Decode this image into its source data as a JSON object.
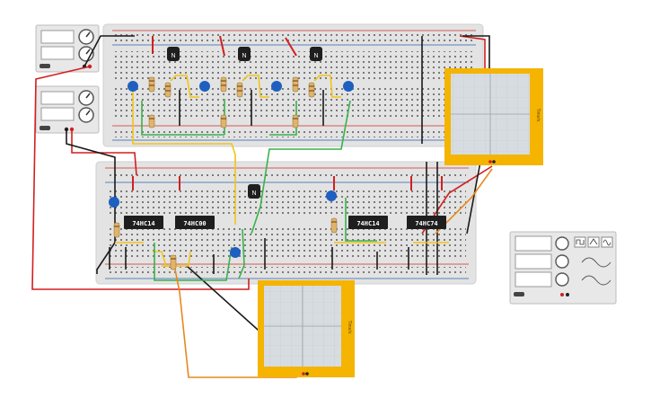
{
  "canvas": {
    "background": "#ffffff"
  },
  "colors": {
    "breadboard": "#e3e3e3",
    "breadboard_edge": "#cfcfcf",
    "hole": "#6e6e6e",
    "rail_red": "#d32a2a",
    "rail_blue": "#2a5fb0",
    "wire_red": "#d21f1f",
    "wire_black": "#1a1a1a",
    "wire_yellow": "#f0c419",
    "wire_green": "#39b24a",
    "wire_orange": "#e8871e",
    "scope_frame": "#f4b400",
    "scope_screen": "#d7dce0",
    "chip_body": "#1e1e1e",
    "capacitor": "#1f5fbf",
    "psu_body": "#e8e8e8"
  },
  "components": {
    "chips": [
      {
        "label": "74HC14"
      },
      {
        "label": "74HC00"
      },
      {
        "label": "74HC14"
      },
      {
        "label": "74HC74"
      }
    ],
    "transistor_label": "N",
    "power_supply_count": 2,
    "function_generator": {
      "waveform_icons": [
        "square-wave-icon",
        "triangle-wave-icon",
        "sine-wave-icon"
      ]
    }
  },
  "oscilloscopes": [
    {
      "name": "oscilloscope-right",
      "side_label": "Time/s"
    },
    {
      "name": "oscilloscope-bottom",
      "side_label": "Time/s"
    }
  ]
}
